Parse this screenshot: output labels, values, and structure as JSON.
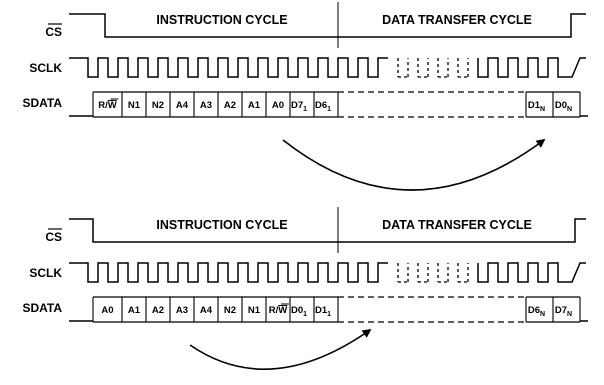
{
  "panels": [
    {
      "cs_label": "CS",
      "sclk_label": "SCLK",
      "sdata_label": "SDATA",
      "instruction_cycle": "INSTRUCTION CYCLE",
      "data_transfer_cycle": "DATA TRANSFER CYCLE",
      "bits": [
        {
          "t": "R/W"
        },
        {
          "t": "N1"
        },
        {
          "t": "N2"
        },
        {
          "t": "A4"
        },
        {
          "t": "A3"
        },
        {
          "t": "A2"
        },
        {
          "t": "A1"
        },
        {
          "t": "A0"
        },
        {
          "t": "D7",
          "sub": "1"
        },
        {
          "t": "D6",
          "sub": "1"
        },
        {
          "t": "D1",
          "sub": "N"
        },
        {
          "t": "D0",
          "sub": "N"
        }
      ]
    },
    {
      "cs_label": "CS",
      "sclk_label": "SCLK",
      "sdata_label": "SDATA",
      "instruction_cycle": "INSTRUCTION CYCLE",
      "data_transfer_cycle": "DATA TRANSFER CYCLE",
      "bits": [
        {
          "t": "A0"
        },
        {
          "t": "A1"
        },
        {
          "t": "A2"
        },
        {
          "t": "A3"
        },
        {
          "t": "A4"
        },
        {
          "t": "N2"
        },
        {
          "t": "N1"
        },
        {
          "t": "R/W"
        },
        {
          "t": "D0",
          "sub": "1"
        },
        {
          "t": "D1",
          "sub": "1"
        },
        {
          "t": "D6",
          "sub": "N"
        },
        {
          "t": "D7",
          "sub": "N"
        }
      ]
    }
  ]
}
